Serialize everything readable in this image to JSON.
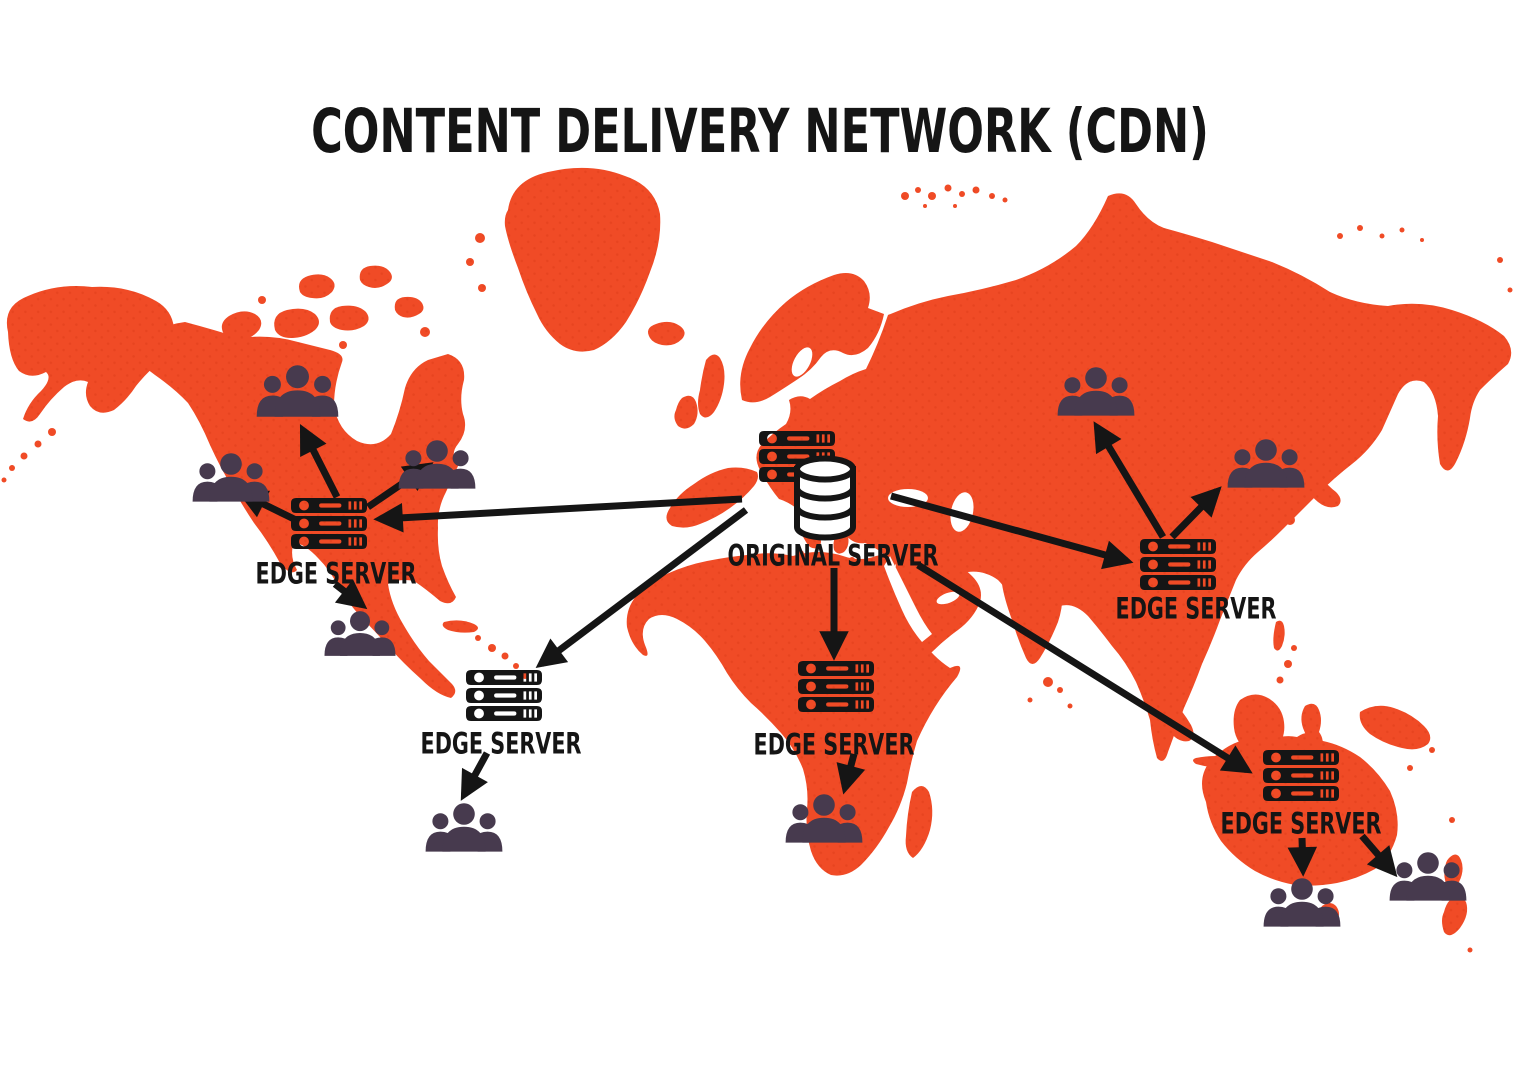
{
  "title": "CONTENT DELIVERY NETWORK (CDN)",
  "colors": {
    "map": "#F04B26",
    "map_dot_texture": "#DD3D18",
    "users": "#473A4E",
    "ink": "#151515",
    "background": "#FFFFFF"
  },
  "nodes": {
    "original_server": {
      "id": "original-server",
      "label": "ORIGINAL SERVER",
      "icon": "server-rack-with-database-icon",
      "map_position": "Europe"
    },
    "edge_servers": [
      {
        "id": "edge-server-north-america",
        "label": "EDGE SERVER",
        "icon": "server-rack-icon",
        "map_position": "North America"
      },
      {
        "id": "edge-server-south-america",
        "label": "EDGE SERVER",
        "icon": "server-rack-icon",
        "map_position": "South America"
      },
      {
        "id": "edge-server-africa",
        "label": "EDGE SERVER",
        "icon": "server-rack-icon",
        "map_position": "Africa"
      },
      {
        "id": "edge-server-asia",
        "label": "EDGE SERVER",
        "icon": "server-rack-icon",
        "map_position": "East Asia"
      },
      {
        "id": "edge-server-australia",
        "label": "EDGE SERVER",
        "icon": "server-rack-icon",
        "map_position": "Australia"
      }
    ],
    "user_groups": [
      {
        "id": "users-canada",
        "icon": "users-icon",
        "map_position": "Canada"
      },
      {
        "id": "users-us-west",
        "icon": "users-icon",
        "map_position": "Western United States"
      },
      {
        "id": "users-us-east",
        "icon": "users-icon",
        "map_position": "Eastern North America"
      },
      {
        "id": "users-mexico",
        "icon": "users-icon",
        "map_position": "Mexico"
      },
      {
        "id": "users-south-america",
        "icon": "users-icon",
        "map_position": "South America"
      },
      {
        "id": "users-southern-africa",
        "icon": "users-icon",
        "map_position": "Southern Africa"
      },
      {
        "id": "users-russia",
        "icon": "users-icon",
        "map_position": "Russia"
      },
      {
        "id": "users-east-asia",
        "icon": "users-icon",
        "map_position": "East Asia / Japan"
      },
      {
        "id": "users-australia",
        "icon": "users-icon",
        "map_position": "Australia"
      },
      {
        "id": "users-new-zealand",
        "icon": "users-icon",
        "map_position": "New Zealand"
      }
    ]
  },
  "connections": [
    {
      "from": "original-server",
      "to": "edge-server-north-america"
    },
    {
      "from": "original-server",
      "to": "edge-server-south-america"
    },
    {
      "from": "original-server",
      "to": "edge-server-africa"
    },
    {
      "from": "original-server",
      "to": "edge-server-asia"
    },
    {
      "from": "original-server",
      "to": "edge-server-australia"
    },
    {
      "from": "edge-server-north-america",
      "to": "users-canada"
    },
    {
      "from": "edge-server-north-america",
      "to": "users-us-west"
    },
    {
      "from": "edge-server-north-america",
      "to": "users-us-east"
    },
    {
      "from": "edge-server-north-america",
      "to": "users-mexico"
    },
    {
      "from": "edge-server-south-america",
      "to": "users-south-america"
    },
    {
      "from": "edge-server-africa",
      "to": "users-southern-africa"
    },
    {
      "from": "edge-server-asia",
      "to": "users-russia"
    },
    {
      "from": "edge-server-asia",
      "to": "users-east-asia"
    },
    {
      "from": "edge-server-australia",
      "to": "users-australia"
    },
    {
      "from": "edge-server-australia",
      "to": "users-new-zealand"
    }
  ]
}
